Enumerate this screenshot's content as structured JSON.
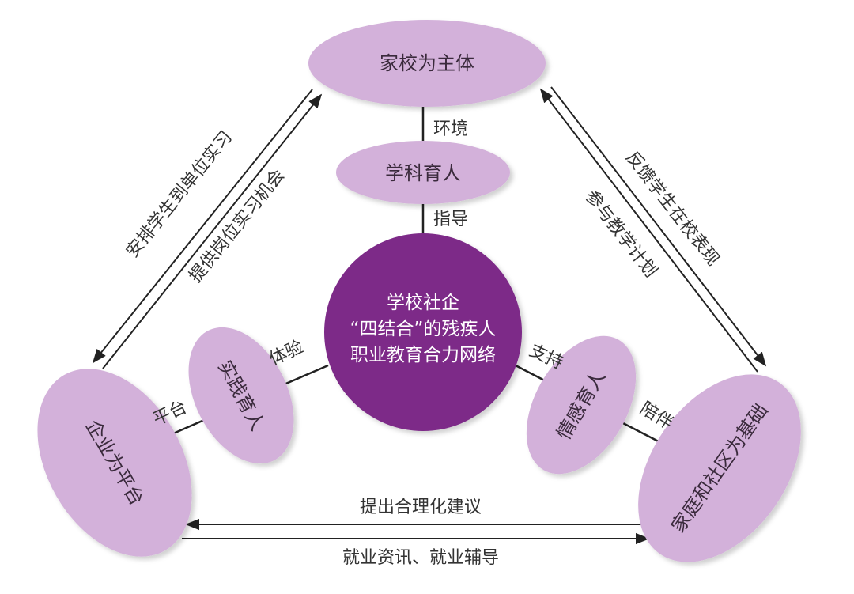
{
  "colors": {
    "node": "#d3b1da",
    "center": "#7d2a88",
    "line": "#222222"
  },
  "nodes": {
    "top": "家校为主体",
    "subject": "学科育人",
    "left": "企业为平台",
    "practice": "实践育人",
    "right": "家庭和社区为基础",
    "emotion": "情感育人"
  },
  "center": {
    "line1": "学校社企",
    "line2": "“四结合”的残疾人",
    "line3": "职业教育合力网络"
  },
  "links": {
    "environment": "环境",
    "guidance": "指导",
    "experience": "体验",
    "platform": "平台",
    "support": "支持",
    "companionship": "陪伴"
  },
  "arrows": {
    "left_outer": "安排学生到单位实习",
    "left_inner": "提供岗位实习机会",
    "right_outer": "反馈学生在校表现",
    "right_inner": "参与教学计划",
    "bottom_top": "提出合理化建议",
    "bottom_bottom": "就业资讯、就业辅导"
  }
}
